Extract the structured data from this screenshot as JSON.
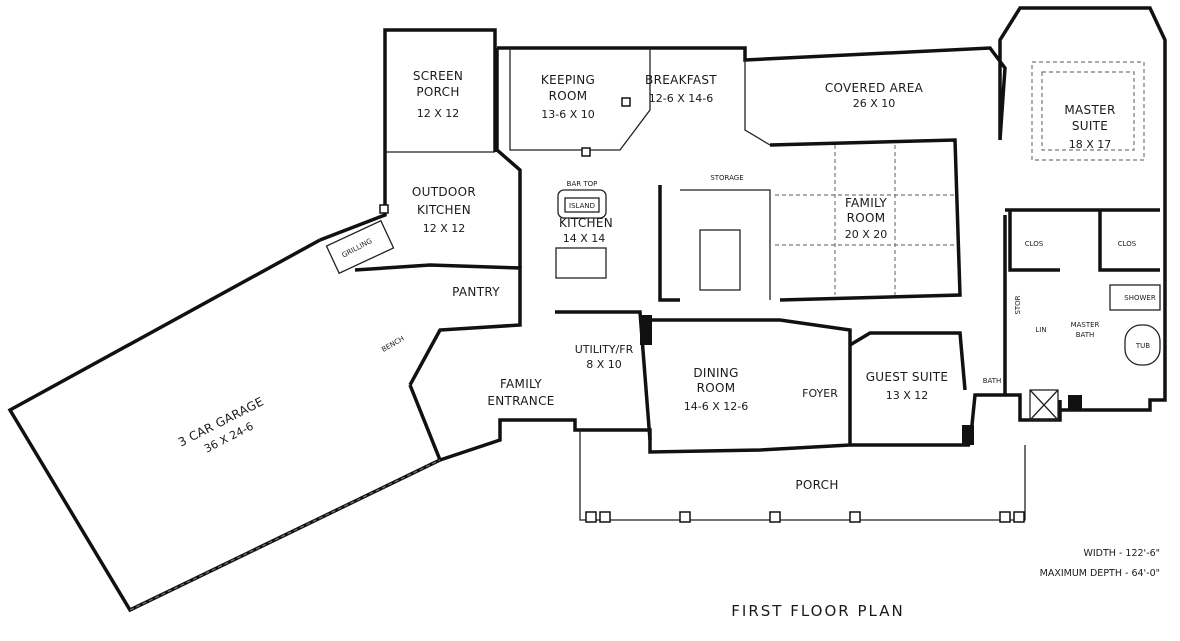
{
  "plan_title": "FIRST FLOOR PLAN",
  "notes": {
    "width": "WIDTH - 122'-6\"",
    "depth": "MAXIMUM DEPTH - 64'-0\""
  },
  "rooms": {
    "screen_porch": {
      "name1": "SCREEN",
      "name2": "PORCH",
      "size": "12 X 12"
    },
    "keeping_room": {
      "name1": "KEEPING",
      "name2": "ROOM",
      "size": "13-6 X 10"
    },
    "breakfast": {
      "name1": "BREAKFAST",
      "size": "12-6 X 14-6"
    },
    "covered_area": {
      "name1": "COVERED AREA",
      "size": "26 X 10"
    },
    "master_suite": {
      "name1": "MASTER",
      "name2": "SUITE",
      "size": "18 X 17"
    },
    "outdoor_kitchen": {
      "name1": "OUTDOOR",
      "name2": "KITCHEN",
      "size": "12 X 12"
    },
    "kitchen": {
      "bar_top": "BAR TOP",
      "island": "ISLAND",
      "name1": "KITCHEN",
      "size": "14 X 14"
    },
    "storage": {
      "name1": "STORAGE"
    },
    "family_room": {
      "name1": "FAMILY",
      "name2": "ROOM",
      "size": "20 X 20"
    },
    "clos_left": {
      "name1": "CLOS"
    },
    "clos_right": {
      "name1": "CLOS"
    },
    "grilling": {
      "name1": "GRILLING"
    },
    "pantry": {
      "name1": "PANTRY"
    },
    "bench": {
      "name1": "BENCH"
    },
    "garage": {
      "name1": "3 CAR GARAGE",
      "size": "36 X 24-6"
    },
    "utility": {
      "name1": "UTILITY/FR",
      "size": "8 X 10"
    },
    "dining_room": {
      "name1": "DINING",
      "name2": "ROOM",
      "size": "14-6 X 12-6"
    },
    "foyer": {
      "name1": "FOYER"
    },
    "guest_suite": {
      "name1": "GUEST SUITE",
      "size": "13 X 12"
    },
    "bath": {
      "name1": "BATH"
    },
    "master_bath": {
      "name1": "MASTER",
      "name2": "BATH"
    },
    "shower": {
      "name1": "SHOWER"
    },
    "tub": {
      "name1": "TUB"
    },
    "stor": {
      "name1": "STOR"
    },
    "lin": {
      "name1": "LIN"
    },
    "family_entrance": {
      "name1": "FAMILY",
      "name2": "ENTRANCE"
    },
    "porch": {
      "name1": "PORCH"
    }
  }
}
